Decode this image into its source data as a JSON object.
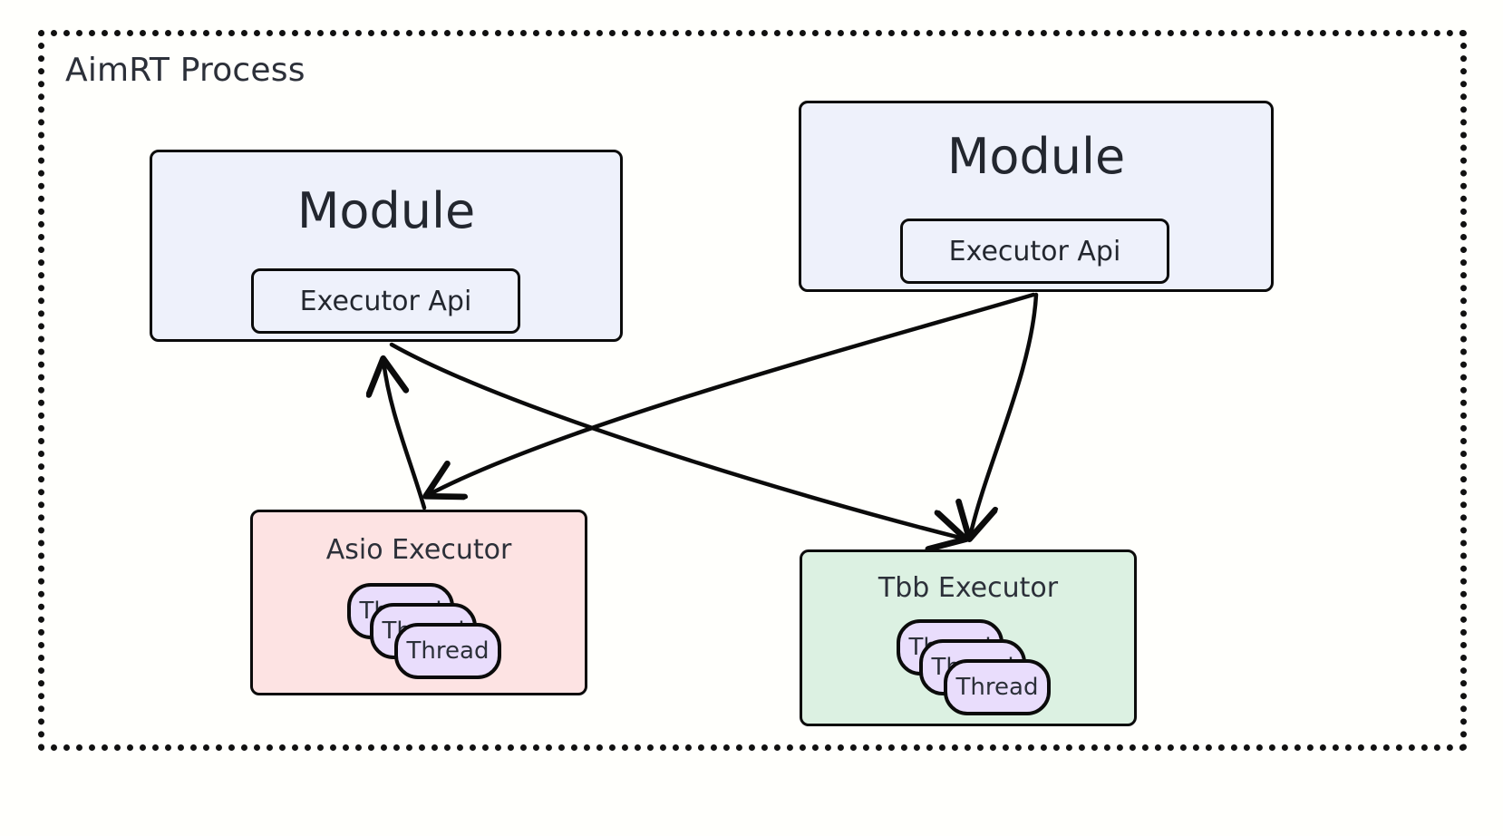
{
  "diagram": {
    "title": "AimRT Process",
    "background_color": "#fffffc",
    "frame_border_color": "#111111",
    "frame_border_style": "dotted"
  },
  "colors": {
    "module_fill": "#eef1fb",
    "api_fill": "#eef1fb",
    "asio_fill": "#fde3e3",
    "tbb_fill": "#dcf1e2",
    "thread_fill": "#e9ddfc",
    "stroke": "#0b0b0b",
    "text": "#2c3039"
  },
  "nodes": {
    "module_left": {
      "label": "Module",
      "api": {
        "label": "Executor Api"
      }
    },
    "module_right": {
      "label": "Module",
      "api": {
        "label": "Executor Api"
      }
    },
    "asio_executor": {
      "label": "Asio Executor",
      "threads": [
        {
          "label": "Thread"
        },
        {
          "label": "Thread"
        },
        {
          "label": "Thread"
        }
      ]
    },
    "tbb_executor": {
      "label": "Tbb Executor",
      "threads": [
        {
          "label": "Thread"
        },
        {
          "label": "Thread"
        },
        {
          "label": "Thread"
        }
      ]
    }
  },
  "edges": [
    {
      "from": "asio_executor",
      "to": "module_left_api",
      "arrow": "end"
    },
    {
      "from": "module_left_api",
      "to": "tbb_executor",
      "arrow": "end"
    },
    {
      "from": "module_right_api",
      "to": "asio_executor",
      "arrow": "end"
    },
    {
      "from": "module_right_api",
      "to": "tbb_executor",
      "arrow": "end"
    }
  ]
}
